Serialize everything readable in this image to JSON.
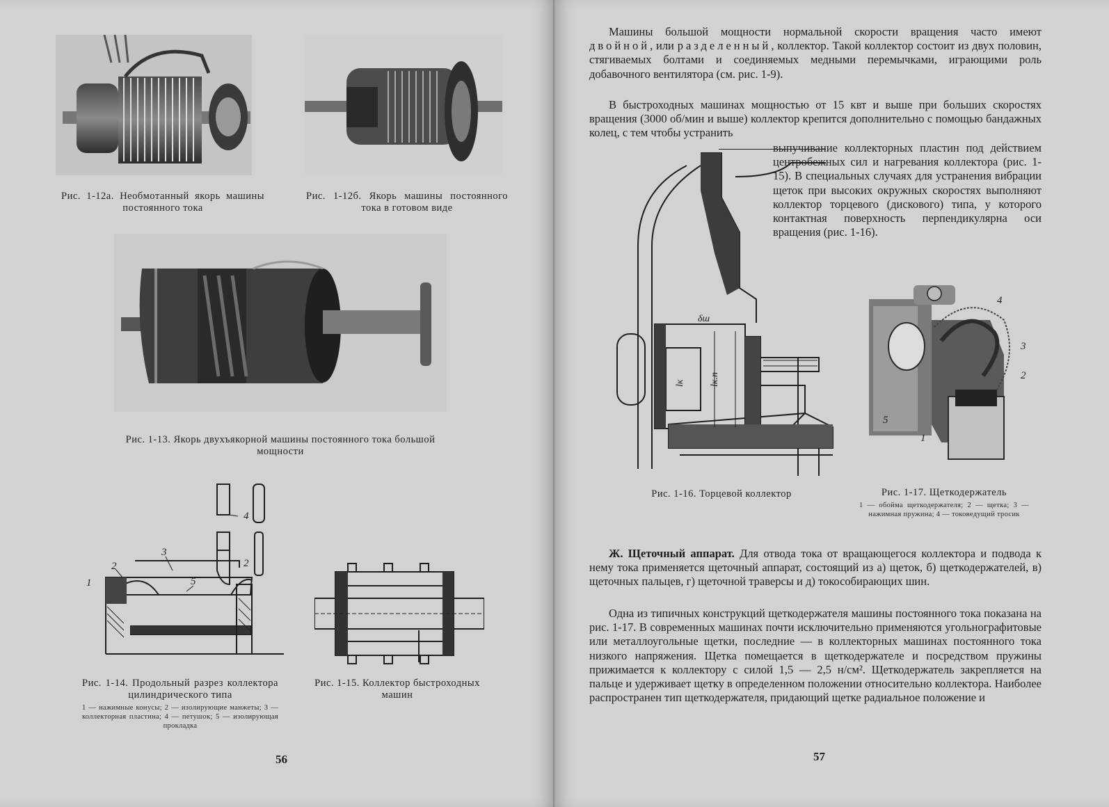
{
  "left_page": {
    "page_number": "56",
    "figures": {
      "fig_12a": "Рис. 1-12а. Необмотанный якорь машины постоянного тока",
      "fig_12b": "Рис. 1-12б. Якорь машины постоянного тока в готовом виде",
      "fig_13": "Рис. 1-13. Якорь двухъякорной машины постоянного тока большой мощности",
      "fig_14": "Рис. 1-14. Продольный разрез коллектора цилиндрического типа",
      "fig_14_legend": "1 — нажимные конусы; 2 — изолирующие манжеты; 3 — коллекторная пластина; 4 — петушок; 5 — изолирующая прокладка",
      "fig_15": "Рис. 1-15. Коллектор быстроходных машин"
    },
    "fig_14_labels": [
      "1",
      "2",
      "3",
      "4",
      "5",
      "2"
    ]
  },
  "right_page": {
    "page_number": "57",
    "paragraph_1": "Машины большой мощности нормальной скорости вращения часто имеют двойной, или разделенный, коллектор. Такой коллектор состоит из двух половин, стягиваемых болтами и соединяемых медными перемычками, играющими роль добавочного вентилятора (см. рис. 1-9).",
    "paragraph_1_parts": {
      "a": "Машины большой мощности нормальной скорости вращения часто имеют",
      "b": "двойной",
      "c": ", или",
      "d": "разделенный",
      "e": ", коллектор. Такой коллектор состоит из двух половин, стягиваемых болтами и соединяемых медными перемычками, играющими роль добавочного вентилятора (см. рис. 1-9)."
    },
    "paragraph_2_top": "В быстроходных машинах мощностью от 15 квт и выше при больших скоростях вращения (3000 об/мин и выше) коллектор крепится дополнительно с помощью бандажных колец, с тем чтобы устранить",
    "paragraph_2_wrap": "выпучивание коллекторных пластин под действием центробежных сил и нагревания коллектора (рис. 1-15). В специальных случаях для устранения вибрации щеток при высоких окружных скоростях выполняют коллектор торцевого (дискового) типа, у которого контактная поверхность перпендикулярна оси вращения (рис. 1-16).",
    "figures": {
      "fig_16": "Рис. 1-16. Торцевой коллектор",
      "fig_17": "Рис. 1-17. Щеткодержатель",
      "fig_17_legend": "1 — обойма щеткодержателя; 2 — щетка; 3 — нажимная пружина; 4 — токоведущий тросик"
    },
    "fig_16_labels": [
      "δш",
      "lк",
      "lк.п"
    ],
    "fig_17_labels": [
      "1",
      "2",
      "3",
      "4",
      "5"
    ],
    "section_heading": "Ж. Щеточный аппарат.",
    "section_text": "Для отвода тока от вращающегося коллектора и подвода к нему тока применяется щеточный аппарат, состоящий из а) щеток, б) щеткодержателей, в) щеточных пальцев, г) щеточной траверсы и д) токособирающих шин.",
    "paragraph_3": "Одна из типичных конструкций щеткодержателя машины постоянного тока показана на рис. 1-17. В современных машинах почти исключительно применяются угольнографитовые или металлоугольные щетки, последние — в коллекторных машинах постоянного тока низкого напряжения. Щетка помещается в щеткодержателе и посредством пружины прижимается к коллектору с силой 1,5 — 2,5 н/см². Щеткодержатель закрепляется на пальце и удерживает щетку в определенном положении относительно коллектора. Наиболее распространен тип щеткодержателя, придающий щетке радиальное положение и"
  }
}
